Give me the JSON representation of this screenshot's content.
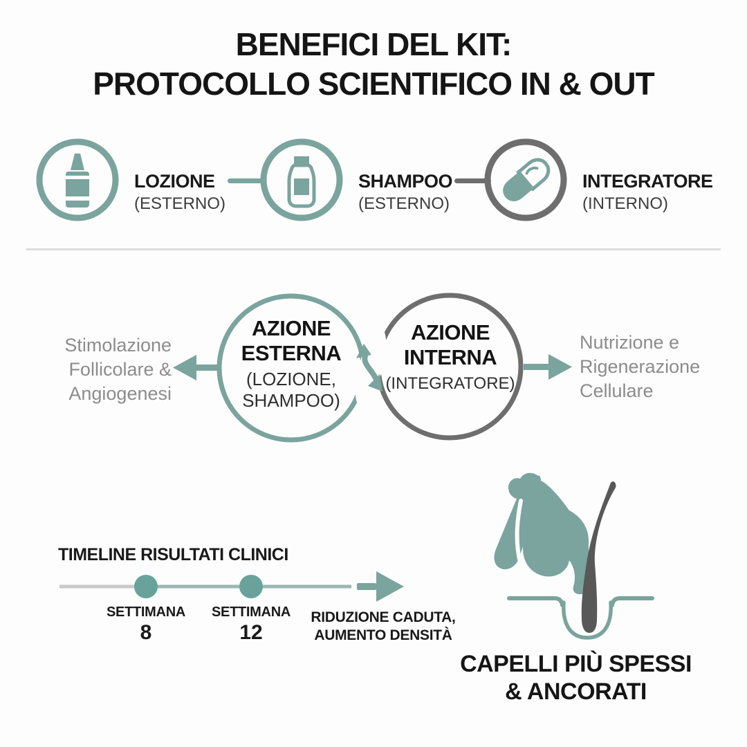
{
  "colors": {
    "teal": "#7AA49D",
    "teal_dot": "#68A29B",
    "teal_light_line": "#9BB8B3",
    "gray_accent": "#6E6E6E",
    "gray_text": "#8C8C8C",
    "gray_line": "#C9C9C9",
    "hair_gray": "#585858",
    "text_black": "#151515"
  },
  "title": {
    "line1": "BENEFICI DEL KIT:",
    "line2": "PROTOCOLLO SCIENTIFICO IN & OUT"
  },
  "products": [
    {
      "name": "LOZIONE",
      "type": "(ESTERNO)",
      "icon": "dropper-bottle-icon"
    },
    {
      "name": "SHAMPOO",
      "type": "(ESTERNO)",
      "icon": "shampoo-bottle-icon"
    },
    {
      "name": "INTEGRATORE",
      "type": "(INTERNO)",
      "icon": "capsule-icon"
    }
  ],
  "synergy": {
    "left_circle": {
      "title_line1": "AZIONE",
      "title_line2": "ESTERNA",
      "sub_line1": "(LOZIONE,",
      "sub_line2": "SHAMPOO)"
    },
    "right_circle": {
      "title_line1": "AZIONE",
      "title_line2": "INTERNA",
      "sub_line1": "(INTEGRATORE)"
    },
    "left_benefit": {
      "line1": "Stimolazione",
      "line2": "Follicolare &",
      "line3": "Angiogenesi"
    },
    "right_benefit": {
      "line1": "Nutrizione e",
      "line2": "Rigenerazione",
      "line3": "Cellulare"
    },
    "exchange_icon": "double-arrow-exchange-icon"
  },
  "timeline": {
    "title": "TIMELINE RISULTATI CLINICI",
    "milestones": [
      {
        "label": "SETTIMANA",
        "value": "8"
      },
      {
        "label": "SETTIMANA",
        "value": "12"
      }
    ],
    "outcome_line1": "RIDUZIONE CADUTA,",
    "outcome_line2": "AUMENTO DENSITÀ"
  },
  "result": {
    "icon": "strong-arm-hair-follicle-icon",
    "line1": "CAPELLI PIÙ SPESSI",
    "line2": "& ANCORATI"
  }
}
